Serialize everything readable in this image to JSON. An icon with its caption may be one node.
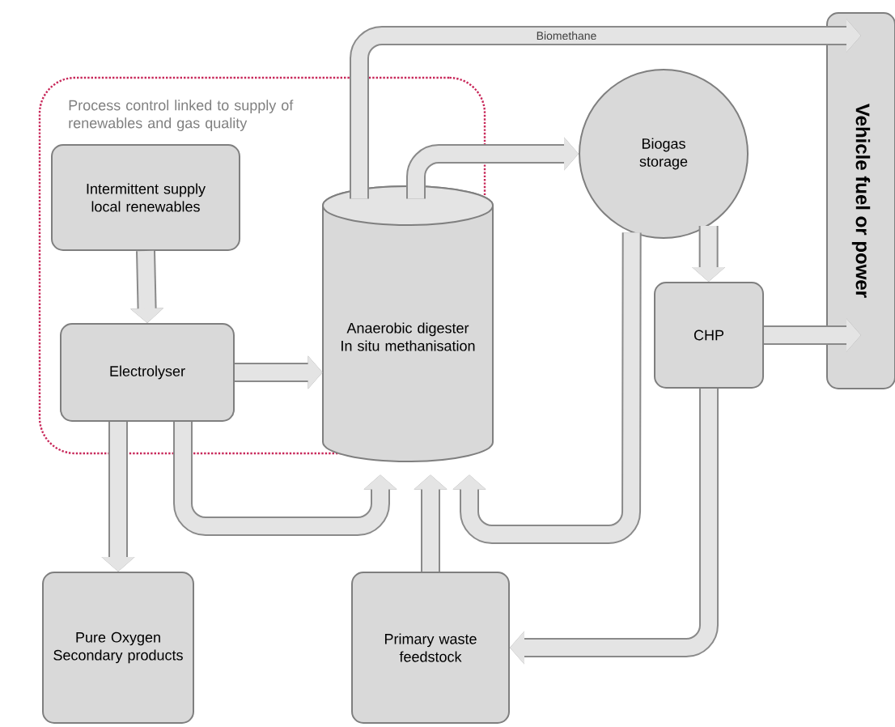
{
  "diagram": {
    "nodes": [
      {
        "text": [
          "Process control linked to supply of renewables and gas quality"
        ]
      },
      {
        "text": [
          "Intermittent supply local renewables"
        ],
        "in": 0
      },
      {
        "text": [
          "Electrolyser"
        ],
        "in": 0
      },
      {
        "text": [
          "Anaerobic digester",
          "In situ methanisation"
        ]
      },
      {
        "text": [
          "Biogas storage"
        ]
      },
      {
        "text": [
          "CHP"
        ]
      },
      {
        "text": [
          "Vehicle fuel or power"
        ]
      },
      {
        "text": [
          "Pure Oxygen",
          "Secondary products"
        ]
      },
      {
        "text": [
          "Primary waste feedstock"
        ]
      }
    ],
    "edges": [
      {
        "from": 1,
        "to": 2,
        "arrow": "to"
      },
      {
        "from": 2,
        "to": 3,
        "arrow": "to"
      },
      {
        "from": 2,
        "to": 7,
        "arrow": "to"
      },
      {
        "from": 2,
        "to": 3,
        "arrow": "to"
      },
      {
        "from": 3,
        "to": 4,
        "arrow": "to"
      },
      {
        "from": 3,
        "to": 6,
        "arrow": "to",
        "label": "Biomethane"
      },
      {
        "from": 4,
        "to": 5,
        "arrow": "to"
      },
      {
        "from": 4,
        "to": 3,
        "arrow": "to"
      },
      {
        "from": 5,
        "to": 6,
        "arrow": "to"
      },
      {
        "from": 5,
        "to": 8,
        "arrow": "to"
      },
      {
        "from": 8,
        "to": 3,
        "arrow": "to"
      }
    ]
  }
}
